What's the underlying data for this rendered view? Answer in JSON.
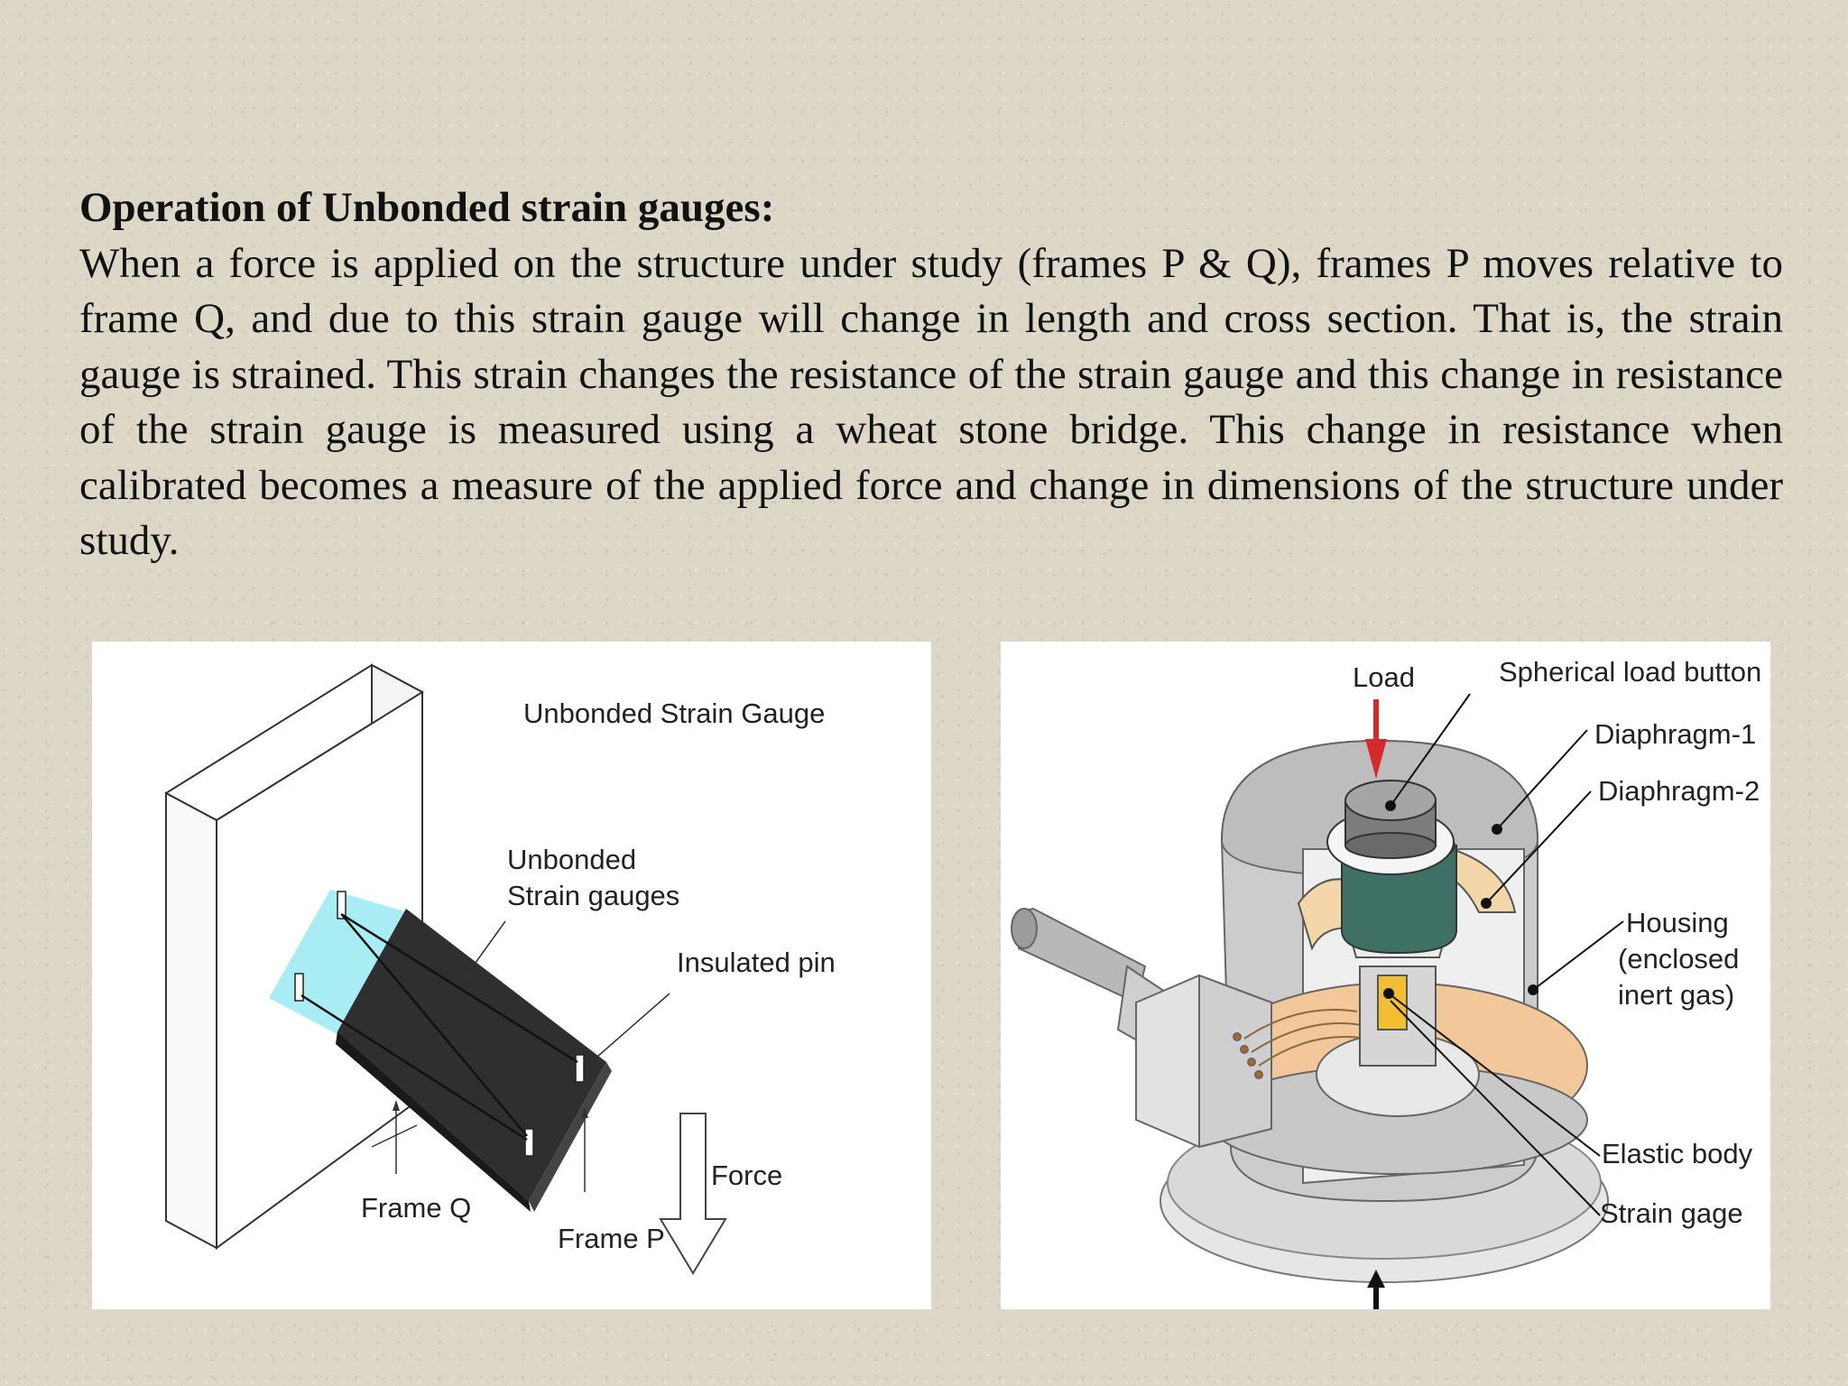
{
  "slide": {
    "title": "Operation of Unbonded strain gauges:",
    "body": "When a force is applied on the structure under study (frames P & Q), frames P moves relative to frame Q, and due to this strain gauge will change in length and cross section. That is, the strain gauge is strained. This strain changes the resistance of the strain gauge and this change in resistance of the strain gauge is measured using a wheat stone bridge. This change in resistance when calibrated becomes a measure of the applied force and change in dimensions of the structure under study."
  },
  "figure_left": {
    "title": "Unbonded Strain Gauge",
    "label_gauges_1": "Unbonded",
    "label_gauges_2": "Strain gauges",
    "label_pin": "Insulated pin",
    "label_force": "Force",
    "label_frame_q": "Frame Q",
    "label_frame_p": "Frame P"
  },
  "figure_right": {
    "label_load": "Load",
    "label_button": "Spherical load button",
    "label_diaphragm1": "Diaphragm-1",
    "label_diaphragm2": "Diaphragm-2",
    "label_housing_1": "Housing",
    "label_housing_2": "(enclosed",
    "label_housing_3": "inert gas)",
    "label_elastic": "Elastic body",
    "label_gage": "Strain gage"
  }
}
